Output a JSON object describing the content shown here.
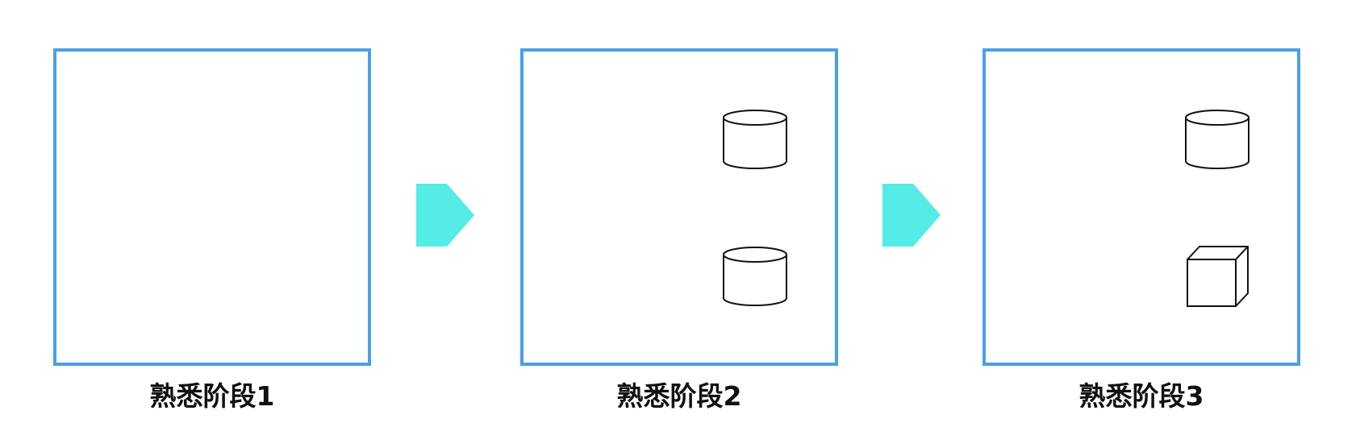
{
  "stages": [
    {
      "label": "熟悉阶段1",
      "icons": []
    },
    {
      "label": "熟悉阶段2",
      "icons": [
        "cylinder-icon",
        "cylinder-icon"
      ]
    },
    {
      "label": "熟悉阶段3",
      "icons": [
        "cylinder-icon",
        "cube-icon"
      ]
    }
  ],
  "colors": {
    "frame_border": "#4aa0e6",
    "arrow_fill": "#55ebe6",
    "icon_stroke": "#111111"
  }
}
